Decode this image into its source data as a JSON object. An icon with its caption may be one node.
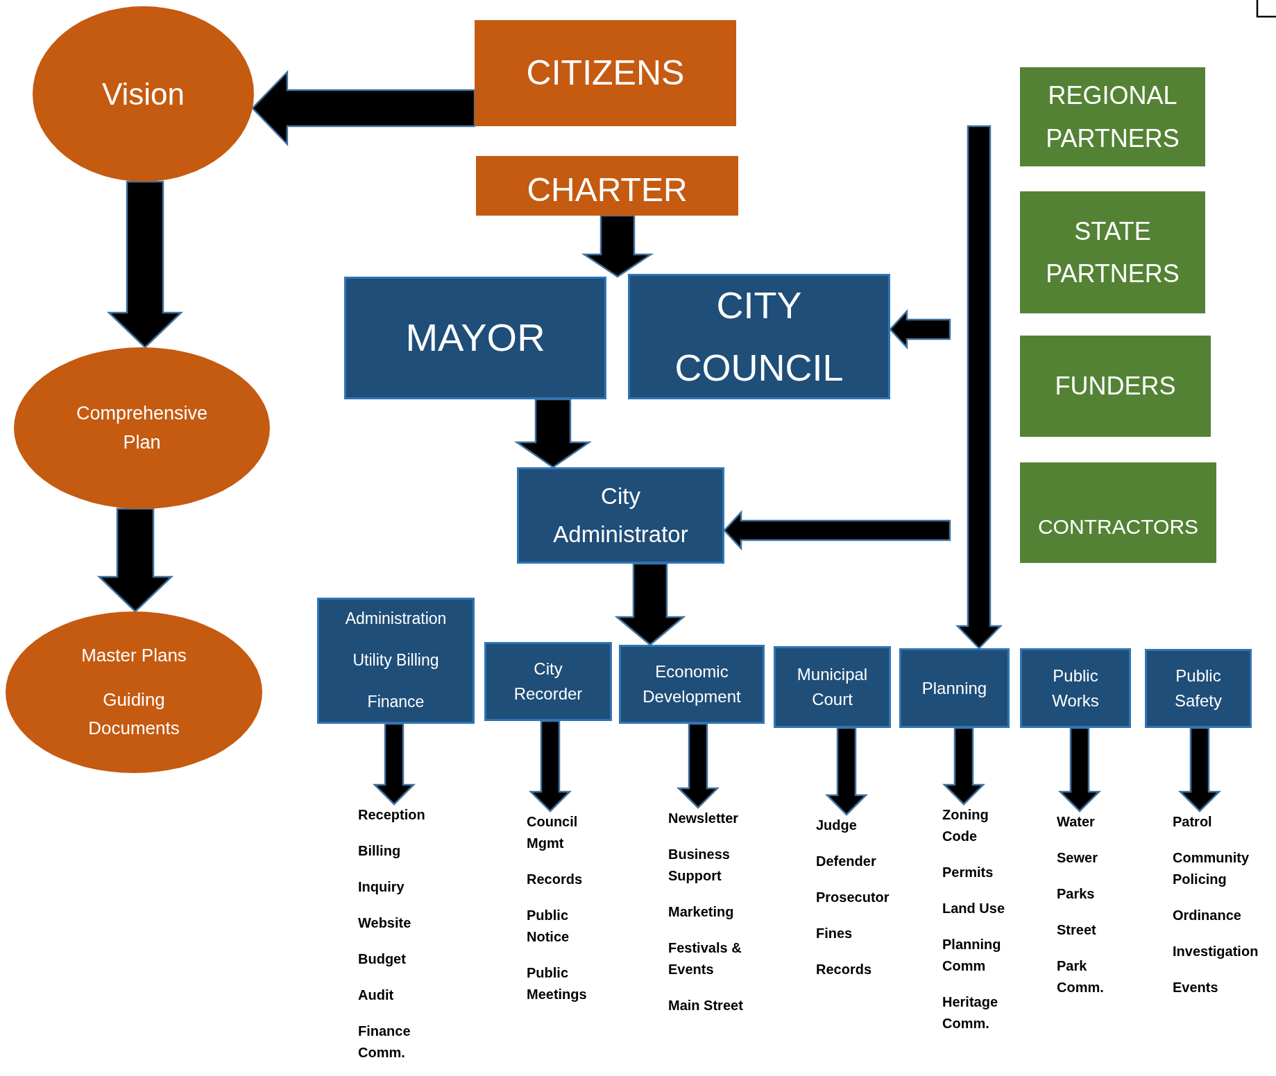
{
  "diagram": {
    "nodes": [
      {
        "text": [
          "Vision"
        ]
      },
      {
        "text": [
          "CITIZENS"
        ]
      },
      {
        "text": [
          "CHARTER"
        ]
      },
      {
        "text": [
          "REGIONAL PARTNERS"
        ]
      },
      {
        "text": [
          "STATE PARTNERS"
        ]
      },
      {
        "text": [
          "MAYOR"
        ]
      },
      {
        "text": [
          "CITY COUNCIL"
        ]
      },
      {
        "text": [
          "FUNDERS"
        ]
      },
      {
        "text": [
          "Comprehensive Plan"
        ]
      },
      {
        "text": [
          "City Administrator"
        ]
      },
      {
        "text": [
          "CONTRACTORS"
        ]
      },
      {
        "text": [
          "Master Plans",
          "Guiding Documents"
        ]
      },
      {
        "text": [
          "Administration",
          "Utility Billing",
          "Finance"
        ]
      },
      {
        "text": [
          "City Recorder"
        ]
      },
      {
        "text": [
          "Economic Development"
        ]
      },
      {
        "text": [
          "Municipal Court"
        ]
      },
      {
        "text": [
          "Planning"
        ]
      },
      {
        "text": [
          "Public Works"
        ]
      },
      {
        "text": [
          "Public Safety"
        ]
      },
      {
        "text": [
          "Reception",
          "Billing",
          "Inquiry",
          "Website",
          "Budget",
          "Audit",
          "Finance Comm."
        ]
      },
      {
        "text": [
          "Council Mgmt",
          "Records",
          "Public Notice",
          "Public Meetings"
        ]
      },
      {
        "text": [
          "Newsletter",
          "Business Support",
          "Marketing",
          "Festivals & Events",
          "Main Street"
        ]
      },
      {
        "text": [
          "Judge",
          "Defender",
          "Prosecutor",
          "Fines",
          "Records"
        ]
      },
      {
        "text": [
          "Zoning Code",
          "Permits",
          "Land Use",
          "Planning Comm",
          "Heritage Comm."
        ]
      },
      {
        "text": [
          "Water",
          "Sewer",
          "Parks",
          "Street",
          "Park Comm."
        ]
      },
      {
        "text": [
          "Patrol",
          "Community Policing",
          "Ordinance",
          "Investigation",
          "Events"
        ]
      }
    ],
    "edges": [
      {
        "from": 1,
        "to": 0,
        "arrow": "to"
      },
      {
        "from": 0,
        "to": 8,
        "arrow": "to"
      },
      {
        "from": 8,
        "to": 11,
        "arrow": "to"
      },
      {
        "from": 2,
        "to": 5,
        "arrow": "to"
      },
      {
        "from": 2,
        "to": 6,
        "arrow": "to"
      },
      {
        "from": 5,
        "to": 9,
        "arrow": "to"
      },
      {
        "from": 9,
        "to": 14,
        "arrow": "to"
      },
      {
        "from": null,
        "to": 16,
        "arrow": "to"
      },
      {
        "from": null,
        "to": 6,
        "arrow": "to"
      },
      {
        "from": null,
        "to": 9,
        "arrow": "to"
      },
      {
        "from": 12,
        "to": 19,
        "arrow": "to"
      },
      {
        "from": 13,
        "to": 20,
        "arrow": "to"
      },
      {
        "from": 14,
        "to": 21,
        "arrow": "to"
      },
      {
        "from": 15,
        "to": 22,
        "arrow": "to"
      },
      {
        "from": 16,
        "to": 23,
        "arrow": "to"
      },
      {
        "from": 17,
        "to": 24,
        "arrow": "to"
      },
      {
        "from": 18,
        "to": 25,
        "arrow": "to"
      }
    ]
  }
}
